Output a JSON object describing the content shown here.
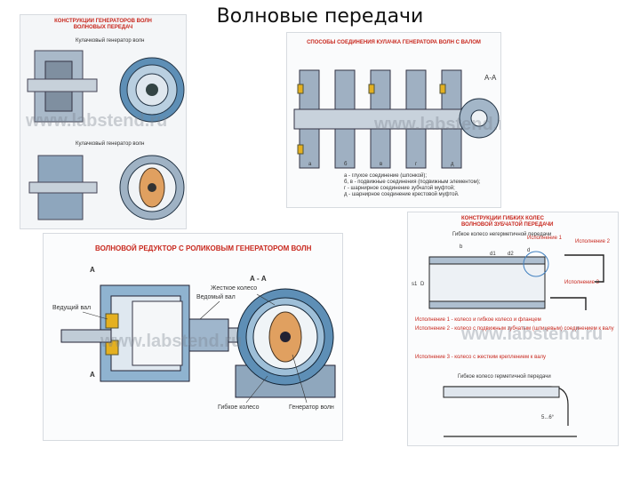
{
  "slide": {
    "title": "Волновые передачи"
  },
  "watermark": "www.labstend.ru",
  "panel1": {
    "heading1": "КОНСТРУКЦИИ ГЕНЕРАТОРОВ ВОЛН",
    "heading2": "ВОЛНОВЫХ ПЕРЕДАЧ",
    "sub1": "Кулачковый генератор волн",
    "sub2": "Кулачковый генератор волн"
  },
  "panel2": {
    "heading": "СПОСОБЫ СОЕДИНЕНИЯ КУЛАЧКА ГЕНЕРАТОРА ВОЛН С ВАЛОМ",
    "section": "А-А",
    "letters": [
      "а",
      "б",
      "в",
      "г",
      "д"
    ],
    "notes": [
      "а - глухое соединение (шпонкой);",
      "б, в - подвижные соединения (подвижным элементом);",
      "г - шарнирное соединение зубчатой муфтой;",
      "д - шарнирное соединение крестовой муфтой."
    ]
  },
  "panel3": {
    "heading": "ВОЛНОВОЙ РЕДУКТОР С РОЛИКОВЫМ ГЕНЕРАТОРОМ ВОЛН",
    "section": "А - А",
    "labels": {
      "a_top": "А",
      "a_bottom": "А",
      "drive_shaft": "Ведущий вал",
      "driven_shaft": "Ведомый вал",
      "rigid_wheel": "Жесткое колесо",
      "flex_wheel": "Гибкое колесо",
      "wave_gen": "Генератор волн"
    }
  },
  "panel4": {
    "heading1": "КОНСТРУКЦИИ ГИБКИХ КОЛЕС",
    "heading2": "ВОЛНОВОЙ ЗУБЧАТОЙ ПЕРЕДАЧИ",
    "sub1": "Гибкое колесо негерметичной передачи",
    "sub2": "Гибкое колесо герметичной передачи",
    "dims": [
      "b",
      "d1",
      "d2",
      "d",
      "s1",
      "D"
    ],
    "versions": [
      "Исполнение 1",
      "Исполнение 2",
      "Исполнение 3"
    ],
    "notes": [
      "Исполнение 1 - колесо и гибкое колесо и фланцем",
      "Исполнение 2 - колесо с подвижным зубчатым (шлицевым) соединением к валу",
      "Исполнение 3 - колесо с жестким креплением к валу"
    ],
    "angle": "5...6°"
  }
}
